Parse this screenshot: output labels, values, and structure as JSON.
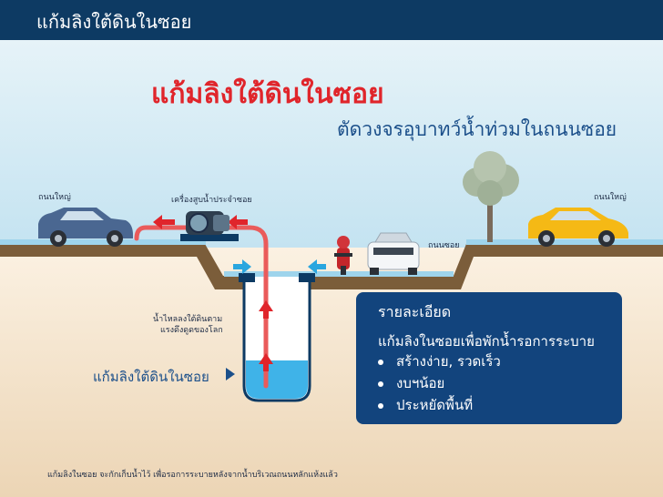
{
  "header": {
    "title": "แก้มลิงใต้ดินในซอย"
  },
  "title": "แก้มลิงใต้ดินในซอย",
  "subtitle": "ตัดวงจรอุบาทว์น้ำท่วมในถนนซอย",
  "labels": {
    "main_road_left": "ถนนใหญ่",
    "pump": "เครื่องสูบน้ำประจำซอย",
    "alley_road": "ถนนซอย",
    "main_road_right": "ถนนใหญ่",
    "gravity_line1": "น้ำไหลลงใต้ดินตาม",
    "gravity_line2": "แรงดึงดูดของโลก",
    "pit": "แก้มลิงใต้ดินในซอย"
  },
  "details": {
    "heading": "รายละเอียด",
    "description": "แก้มลิงในซอยเพื่อพักน้ำรอการระบาย",
    "items": [
      "สร้างง่าย, รวดเร็ว",
      "งบฯน้อย",
      "ประหยัดพื้นที่"
    ]
  },
  "footer": "แก้มลิงในซอย จะกักเก็บน้ำไว้ เพื่อรอการระบายหลังจากน้ำบริเวณถนนหลักแห้งแล้ว",
  "colors": {
    "header_bg": "#0d3a63",
    "sky": "#cfe8f3",
    "ground": "#7b5d3a",
    "soil": "#f1ddc1",
    "water": "#3fb3e8",
    "pipe": "#ea5b5b",
    "arrow_red": "#e0252b",
    "arrow_blue": "#2aa6df",
    "title_red": "#e0252b",
    "title_blue": "#1b4f8a",
    "panel_bg": "#12447d"
  },
  "icons": [
    "left-car-icon",
    "water-pump-icon",
    "motorcycle-icon",
    "white-car-icon",
    "tree-icon",
    "yellow-car-icon",
    "play-triangle-icon"
  ]
}
